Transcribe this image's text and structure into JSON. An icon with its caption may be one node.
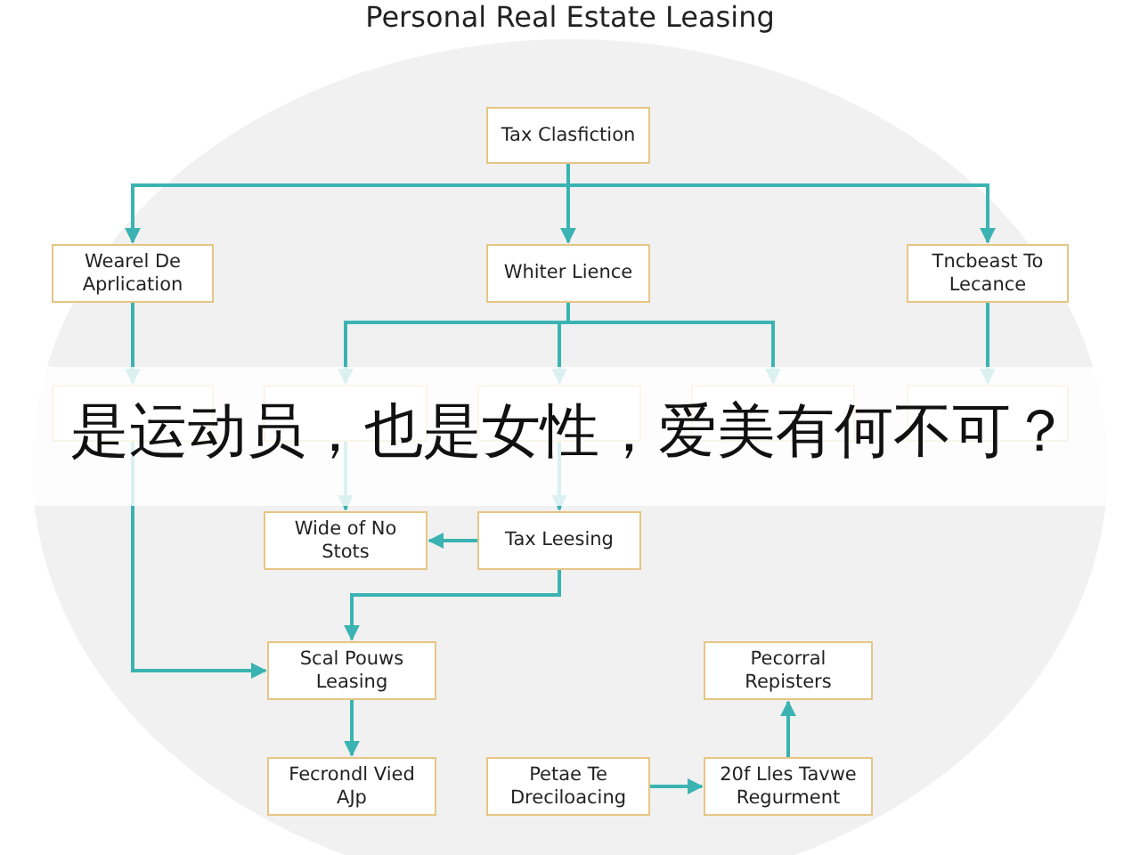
{
  "diagram": {
    "title": "Personal Real Estate Leasing",
    "nodes": [
      {
        "text": [
          "Tax Clasfiction"
        ]
      },
      {
        "text": [
          "Wearel De Aprlication"
        ]
      },
      {
        "text": [
          "Whiter Lience"
        ]
      },
      {
        "text": [
          "Tncbeast To Lecance"
        ]
      },
      {
        "text": [],
        "shape": "box"
      },
      {
        "text": [],
        "shape": "box"
      },
      {
        "text": [],
        "shape": "box"
      },
      {
        "text": [],
        "shape": "box"
      },
      {
        "text": [],
        "shape": "box"
      },
      {
        "text": [
          "Wide of No Stots"
        ]
      },
      {
        "text": [
          "Tax Leesing"
        ]
      },
      {
        "text": [
          "Scal Pouws Leasing"
        ]
      },
      {
        "text": [
          "Fecrondl Vied AJp"
        ]
      },
      {
        "text": [
          "Petae Te Dreciloacing"
        ]
      },
      {
        "text": [
          "20f Lles Tavwe Regurment"
        ]
      },
      {
        "text": [
          "Pecorral Repisters"
        ]
      }
    ],
    "edges": [
      {
        "from": 0,
        "to": 1,
        "arrow": "to"
      },
      {
        "from": 0,
        "to": 2,
        "arrow": "to"
      },
      {
        "from": 0,
        "to": 3,
        "arrow": "to"
      },
      {
        "from": 1,
        "to": 4,
        "arrow": "to"
      },
      {
        "from": 2,
        "to": 5,
        "arrow": "to"
      },
      {
        "from": 2,
        "to": 6,
        "arrow": "to"
      },
      {
        "from": 2,
        "to": 7,
        "arrow": "to"
      },
      {
        "from": 3,
        "to": 8,
        "arrow": "to"
      },
      {
        "from": 5,
        "to": 9,
        "arrow": "to"
      },
      {
        "from": 6,
        "to": 10,
        "arrow": "to"
      },
      {
        "from": 10,
        "to": 9,
        "arrow": "to"
      },
      {
        "from": 10,
        "to": 11,
        "arrow": "to"
      },
      {
        "from": 4,
        "to": 11,
        "arrow": "to"
      },
      {
        "from": 11,
        "to": 12,
        "arrow": "to"
      },
      {
        "from": 13,
        "to": 14,
        "arrow": "to"
      },
      {
        "from": 14,
        "to": 15,
        "arrow": "to"
      }
    ],
    "labels": [
      "是运动员，也是女性，爱美有何不可？"
    ]
  }
}
